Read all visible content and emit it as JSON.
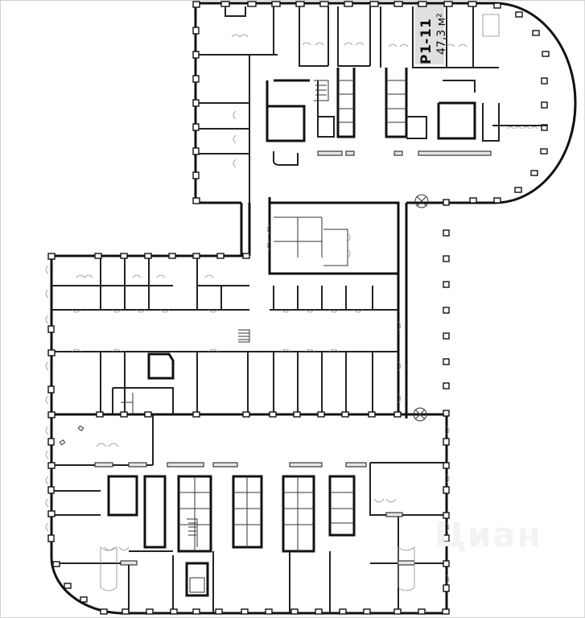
{
  "plan": {
    "type": "architectural floor plan",
    "highlighted_unit": {
      "id": "P1-11",
      "area_label": "47,3 м²",
      "highlight_color": "#d9d9d9"
    },
    "watermark": "Циан",
    "colors": {
      "walls": "#111111",
      "doors": "#888888",
      "background": "#ffffff",
      "frame": "#cfcfcf"
    },
    "elevator_symbols": 2,
    "stair_symbols": 3
  }
}
